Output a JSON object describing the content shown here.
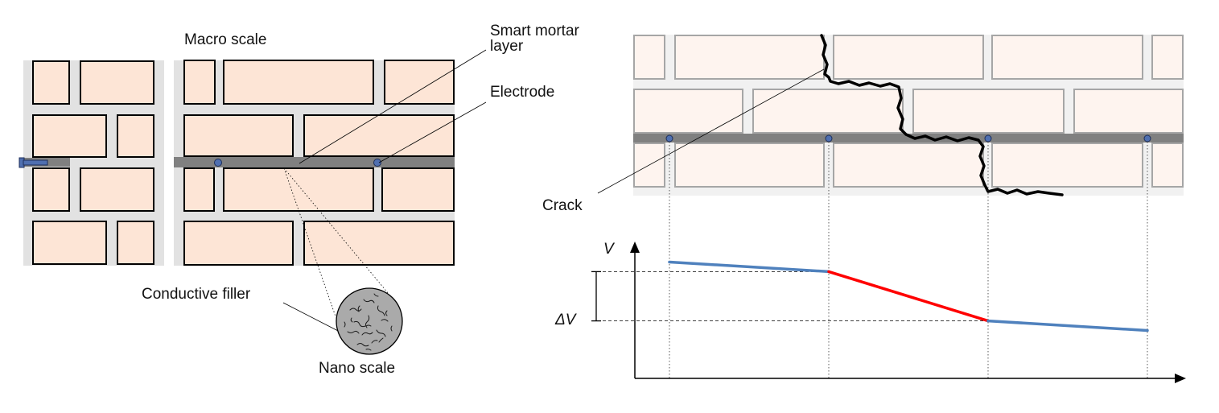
{
  "labels": {
    "macro_scale": "Macro scale",
    "smart_mortar_line1": "Smart mortar",
    "smart_mortar_line2": "layer",
    "electrode": "Electrode",
    "conductive_filler": "Conductive filler",
    "nano_scale": "Nano scale",
    "crack": "Crack",
    "axis_v": "V",
    "delta_v": "ΔV"
  },
  "chart_data": {
    "type": "line",
    "x": [
      1,
      2,
      3,
      4
    ],
    "series": [
      {
        "values": [
          0.85,
          0.78,
          0.42,
          0.35
        ],
        "color": "#4f81bd"
      }
    ],
    "highlight": {
      "from_index": 1,
      "to_index": 2,
      "color": "#ff0000"
    },
    "delta_v": {
      "from_index": 1,
      "to_index": 2
    },
    "ylabel": "V",
    "ylim": [
      0,
      1
    ]
  },
  "colors": {
    "brick_fill": "#fde5d6",
    "brick_fill_right": "#fef4ef",
    "mortar": "#e2e2e2",
    "smart_layer": "#808080",
    "electrode": "#4f6fb0",
    "filler_disk": "#aaaaaa"
  }
}
